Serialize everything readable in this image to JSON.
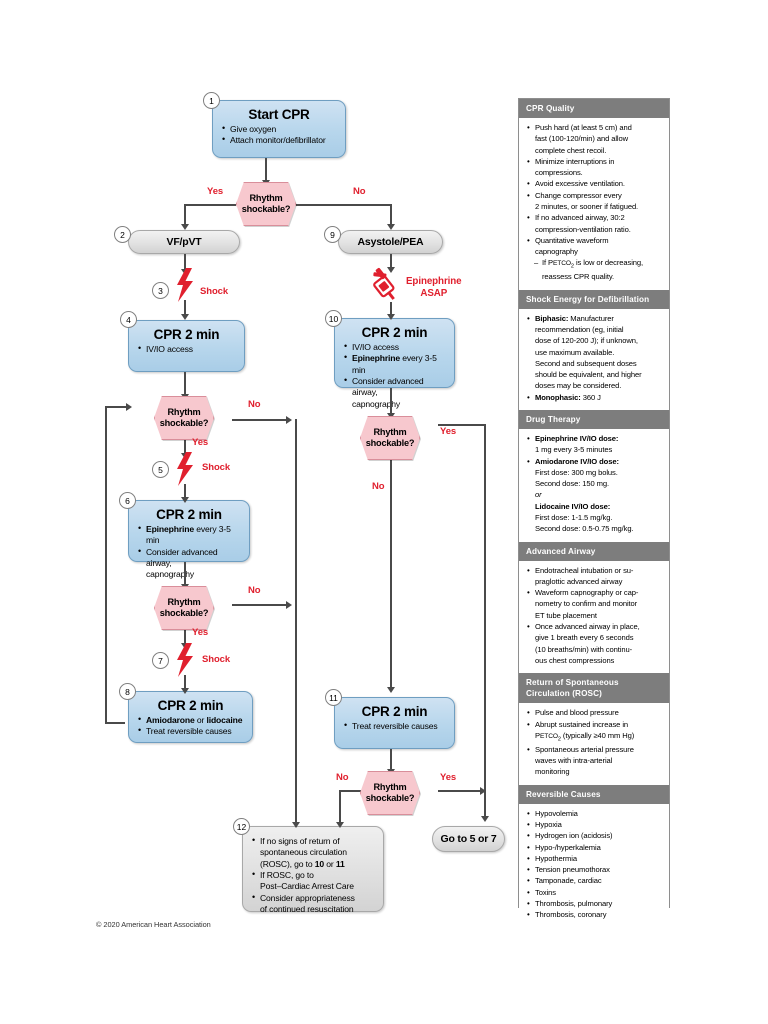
{
  "meta": {
    "copyright": "© 2020 American Heart Association",
    "accent_red": "#e0202e",
    "box_blue": "#b7d6ec",
    "hex_pink": "#f7c8ce",
    "panel_header_gray": "#7d7d7d"
  },
  "flow": {
    "box1": {
      "number": "1",
      "title": "Start CPR",
      "items": [
        "Give oxygen",
        "Attach monitor/defibrillator"
      ]
    },
    "decision1": {
      "line1": "Rhythm",
      "line2": "shockable?",
      "yes": "Yes",
      "no": "No"
    },
    "box2": {
      "number": "2",
      "label": "VF/pVT"
    },
    "shock3": {
      "number": "3",
      "label": "Shock",
      "icon": "lightning-bolt-icon"
    },
    "box4": {
      "number": "4",
      "title": "CPR 2 min",
      "items": [
        "IV/IO access"
      ]
    },
    "decision2": {
      "line1": "Rhythm",
      "line2": "shockable?",
      "yes": "Yes",
      "no": "No"
    },
    "shock5": {
      "number": "5",
      "label": "Shock",
      "icon": "lightning-bolt-icon"
    },
    "box6": {
      "number": "6",
      "title": "CPR 2 min",
      "items_html": [
        "<b>Epinephrine</b> every 3-5 min",
        "Consider advanced airway,"
      ],
      "items_cont": [
        "capnography"
      ]
    },
    "decision3": {
      "line1": "Rhythm",
      "line2": "shockable?",
      "yes": "Yes",
      "no": "No"
    },
    "shock7": {
      "number": "7",
      "label": "Shock",
      "icon": "lightning-bolt-icon"
    },
    "box8": {
      "number": "8",
      "title": "CPR 2 min",
      "items_html": [
        "<b>Amiodarone</b> or <b>lidocaine</b>",
        "Treat reversible causes"
      ]
    },
    "box9": {
      "number": "9",
      "label": "Asystole/PEA"
    },
    "epi": {
      "label_line1": "Epinephrine",
      "label_line2": "ASAP",
      "icon": "syringe-icon"
    },
    "box10": {
      "number": "10",
      "title": "CPR 2 min",
      "items_html": [
        "IV/IO access",
        "<b>Epinephrine</b> every 3-5 min",
        "Consider advanced airway,"
      ],
      "items_cont": [
        "capnography"
      ]
    },
    "decision4": {
      "line1": "Rhythm",
      "line2": "shockable?",
      "yes": "Yes",
      "no": "No"
    },
    "box11": {
      "number": "11",
      "title": "CPR 2 min",
      "items": [
        "Treat reversible causes"
      ]
    },
    "decision5": {
      "line1": "Rhythm",
      "line2": "shockable?",
      "yes": "Yes",
      "no": "No"
    },
    "goto": {
      "label": "Go to 5 or 7"
    },
    "box12": {
      "number": "12",
      "items_html": [
        "If no signs of return of",
        "If ROSC, go to",
        "Consider appropriateness"
      ],
      "lines": [
        "If no signs of return of",
        "spontaneous circulation",
        "(ROSC), go to <b>10</b> or <b>11</b>",
        "If ROSC, go to",
        "Post–Cardiac Arrest Care",
        "Consider appropriateness",
        "of continued resuscitation"
      ]
    }
  },
  "panel": {
    "sections": [
      {
        "heading": "CPR Quality",
        "items": [
          {
            "type": "bullet",
            "html": "Push hard (at least 5 cm) and"
          },
          {
            "type": "cont",
            "html": "fast (100-120/min) and allow"
          },
          {
            "type": "cont",
            "html": "complete chest recoil."
          },
          {
            "type": "bullet",
            "html": "Minimize interruptions in"
          },
          {
            "type": "cont",
            "html": "compressions."
          },
          {
            "type": "bullet",
            "html": "Avoid excessive ventilation."
          },
          {
            "type": "bullet",
            "html": "Change compressor every"
          },
          {
            "type": "cont",
            "html": "2 minutes, or sooner if fatigued."
          },
          {
            "type": "bullet",
            "html": "If no advanced airway, 30:2"
          },
          {
            "type": "cont",
            "html": "compression-ventilation ratio."
          },
          {
            "type": "bullet",
            "html": "Quantitative waveform"
          },
          {
            "type": "cont",
            "html": "capnography"
          },
          {
            "type": "sub",
            "html": "If P<span class=\"smallcap\">ETCO</span><sub>2</sub> is low or decreasing,"
          },
          {
            "type": "cont2",
            "html": "reassess CPR quality."
          }
        ]
      },
      {
        "heading": "Shock Energy for Defibrillation",
        "items": [
          {
            "type": "bullet",
            "html": "<b>Biphasic:</b> Manufacturer"
          },
          {
            "type": "cont",
            "html": "recommendation (eg, initial"
          },
          {
            "type": "cont",
            "html": "dose of 120-200 J); if unknown,"
          },
          {
            "type": "cont",
            "html": "use maximum available."
          },
          {
            "type": "cont",
            "html": "Second and subsequent doses"
          },
          {
            "type": "cont",
            "html": "should be equivalent, and higher"
          },
          {
            "type": "cont",
            "html": "doses may be considered."
          },
          {
            "type": "bullet",
            "html": "<b>Monophasic:</b> 360 J"
          }
        ]
      },
      {
        "heading": "Drug Therapy",
        "items": [
          {
            "type": "bullet",
            "html": "<b>Epinephrine IV/IO dose:</b>"
          },
          {
            "type": "cont",
            "html": "1 mg every 3-5 minutes"
          },
          {
            "type": "bullet",
            "html": "<b>Amiodarone IV/IO dose:</b>"
          },
          {
            "type": "cont",
            "html": "First dose: 300 mg bolus."
          },
          {
            "type": "cont",
            "html": "Second dose: 150 mg."
          },
          {
            "type": "cont",
            "html": "<i>or</i>"
          },
          {
            "type": "cont",
            "html": "<b>Lidocaine IV/IO dose:</b>"
          },
          {
            "type": "cont",
            "html": "First dose: 1-1.5 mg/kg."
          },
          {
            "type": "cont",
            "html": "Second dose: 0.5-0.75 mg/kg."
          }
        ]
      },
      {
        "heading": "Advanced Airway",
        "items": [
          {
            "type": "bullet",
            "html": "Endotracheal intubation or su-"
          },
          {
            "type": "cont",
            "html": "praglottic advanced airway"
          },
          {
            "type": "bullet",
            "html": "Waveform capnography or cap-"
          },
          {
            "type": "cont",
            "html": "nometry to confirm and monitor"
          },
          {
            "type": "cont",
            "html": "ET tube placement"
          },
          {
            "type": "bullet",
            "html": "Once advanced airway in place,"
          },
          {
            "type": "cont",
            "html": "give 1 breath every 6 seconds"
          },
          {
            "type": "cont",
            "html": "(10 breaths/min) with continu-"
          },
          {
            "type": "cont",
            "html": "ous chest compressions"
          }
        ]
      },
      {
        "heading": "Return of Spontaneous Circulation (ROSC)",
        "items": [
          {
            "type": "bullet",
            "html": "Pulse and blood pressure"
          },
          {
            "type": "bullet",
            "html": "Abrupt sustained increase in"
          },
          {
            "type": "cont",
            "html": "P<span class=\"smallcap\">ETCO</span><sub>2</sub> (typically ≥40 mm Hg)"
          },
          {
            "type": "bullet",
            "html": "Spontaneous arterial pressure"
          },
          {
            "type": "cont",
            "html": "waves with intra-arterial"
          },
          {
            "type": "cont",
            "html": "monitoring"
          }
        ]
      },
      {
        "heading": "Reversible Causes",
        "items": [
          {
            "type": "bullet",
            "html": "Hypovolemia"
          },
          {
            "type": "bullet",
            "html": "Hypoxia"
          },
          {
            "type": "bullet",
            "html": "Hydrogen ion (acidosis)"
          },
          {
            "type": "bullet",
            "html": "Hypo-/hyperkalemia"
          },
          {
            "type": "bullet",
            "html": "Hypothermia"
          },
          {
            "type": "bullet",
            "html": "Tension pneumothorax"
          },
          {
            "type": "bullet",
            "html": "Tamponade, cardiac"
          },
          {
            "type": "bullet",
            "html": "Toxins"
          },
          {
            "type": "bullet",
            "html": "Thrombosis, pulmonary"
          },
          {
            "type": "bullet",
            "html": "Thrombosis, coronary"
          }
        ]
      }
    ]
  }
}
